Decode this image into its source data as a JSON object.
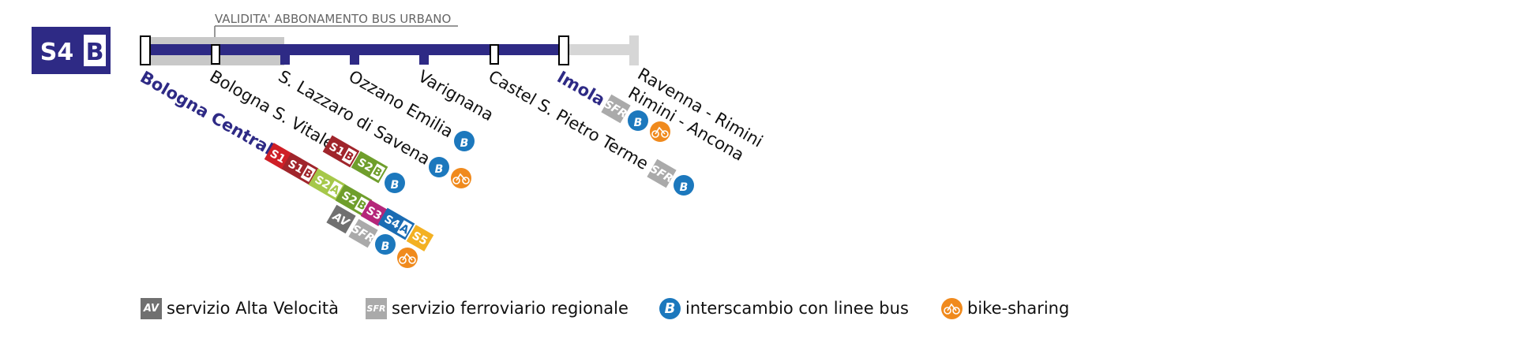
{
  "line_badge": {
    "number": "S4",
    "branch": "B",
    "color": "#2e2a85"
  },
  "validity_label": "VALIDITA' ABBONAMENTO BUS URBANO",
  "stations": [
    {
      "name": "Bologna Centrale",
      "bold": true
    },
    {
      "name": "Bologna S. Vitale",
      "bold": false
    },
    {
      "name": "S. Lazzaro di Savena",
      "bold": false
    },
    {
      "name": "Ozzano Emilia",
      "bold": false
    },
    {
      "name": "Varignana",
      "bold": false
    },
    {
      "name": "Castel S. Pietro Terme",
      "bold": false
    },
    {
      "name": "Imola",
      "bold": true
    }
  ],
  "continuation": [
    "Ravenna - Rimini",
    "Rimini - Ancona"
  ],
  "services": {
    "AV": "AV",
    "SFR": "SFR",
    "bus": "B",
    "bike": "bike",
    "lines": [
      "S1",
      "S2",
      "S3",
      "S4",
      "S5"
    ],
    "branches": [
      "A",
      "B"
    ]
  },
  "colors": {
    "main_line": "#2e2a85",
    "validity_band": "#c8c8c8",
    "extension": "#d4d4d4",
    "bus": "#1c78bd",
    "bike": "#f08a1d",
    "av": "#707070",
    "sfr": "#aaaaaa",
    "s1": "#cf1f26",
    "s1b": "#a0252b",
    "s2a": "#a6c84a",
    "s2b": "#6f9e2c",
    "s3": "#b5267a",
    "s4a": "#1a6cb3",
    "s5": "#f3b123"
  },
  "legend": [
    {
      "code": "AV",
      "label": "servizio Alta Velocità"
    },
    {
      "code": "SFR",
      "label": "servizio ferroviario regionale"
    },
    {
      "code": "B",
      "label": "interscambio con linee bus"
    },
    {
      "code": "bike",
      "label": "bike-sharing"
    }
  ]
}
